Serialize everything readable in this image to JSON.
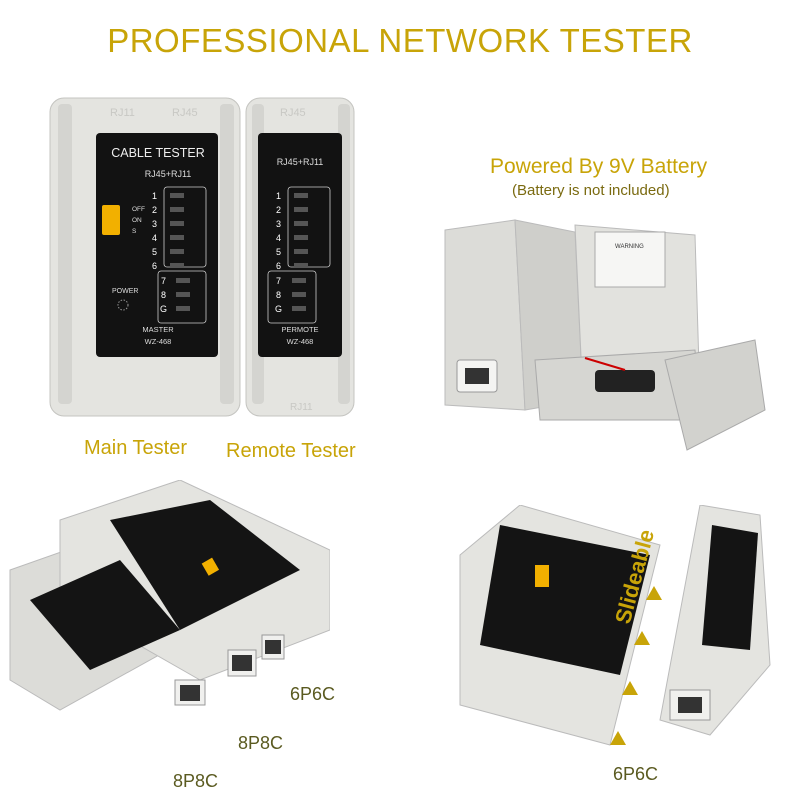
{
  "title": "PROFESSIONAL NETWORK TESTER",
  "battery": {
    "line1": "Powered By 9V Battery",
    "line2": "(Battery is not included)"
  },
  "labels": {
    "main_tester": "Main Tester",
    "remote_tester": "Remote Tester",
    "p6p6c_top": "6P6C",
    "p8p8c_mid": "8P8C",
    "p8p8c_bottom": "8P8C",
    "p6p6c_right": "6P6C",
    "slideable": "Slideable"
  },
  "main_panel": {
    "header": "CABLE TESTER",
    "ports": "RJ45+RJ11",
    "switch_labels": [
      "OFF",
      "ON",
      "S"
    ],
    "pins": [
      "1",
      "2",
      "3",
      "4",
      "5",
      "6",
      "7",
      "8",
      "G"
    ],
    "power": "POWER",
    "footer1": "MASTER",
    "footer2": "WZ-468"
  },
  "remote_panel": {
    "ports": "RJ45+RJ11",
    "pins": [
      "1",
      "2",
      "3",
      "4",
      "5",
      "6",
      "7",
      "8",
      "G"
    ],
    "footer1": "PERMOTE",
    "footer2": "WZ-468"
  },
  "warning": "WARNING",
  "colors": {
    "gold": "#c8a408",
    "switch": "#f2b000",
    "body": "#e0e0dc",
    "panel": "#111111"
  }
}
